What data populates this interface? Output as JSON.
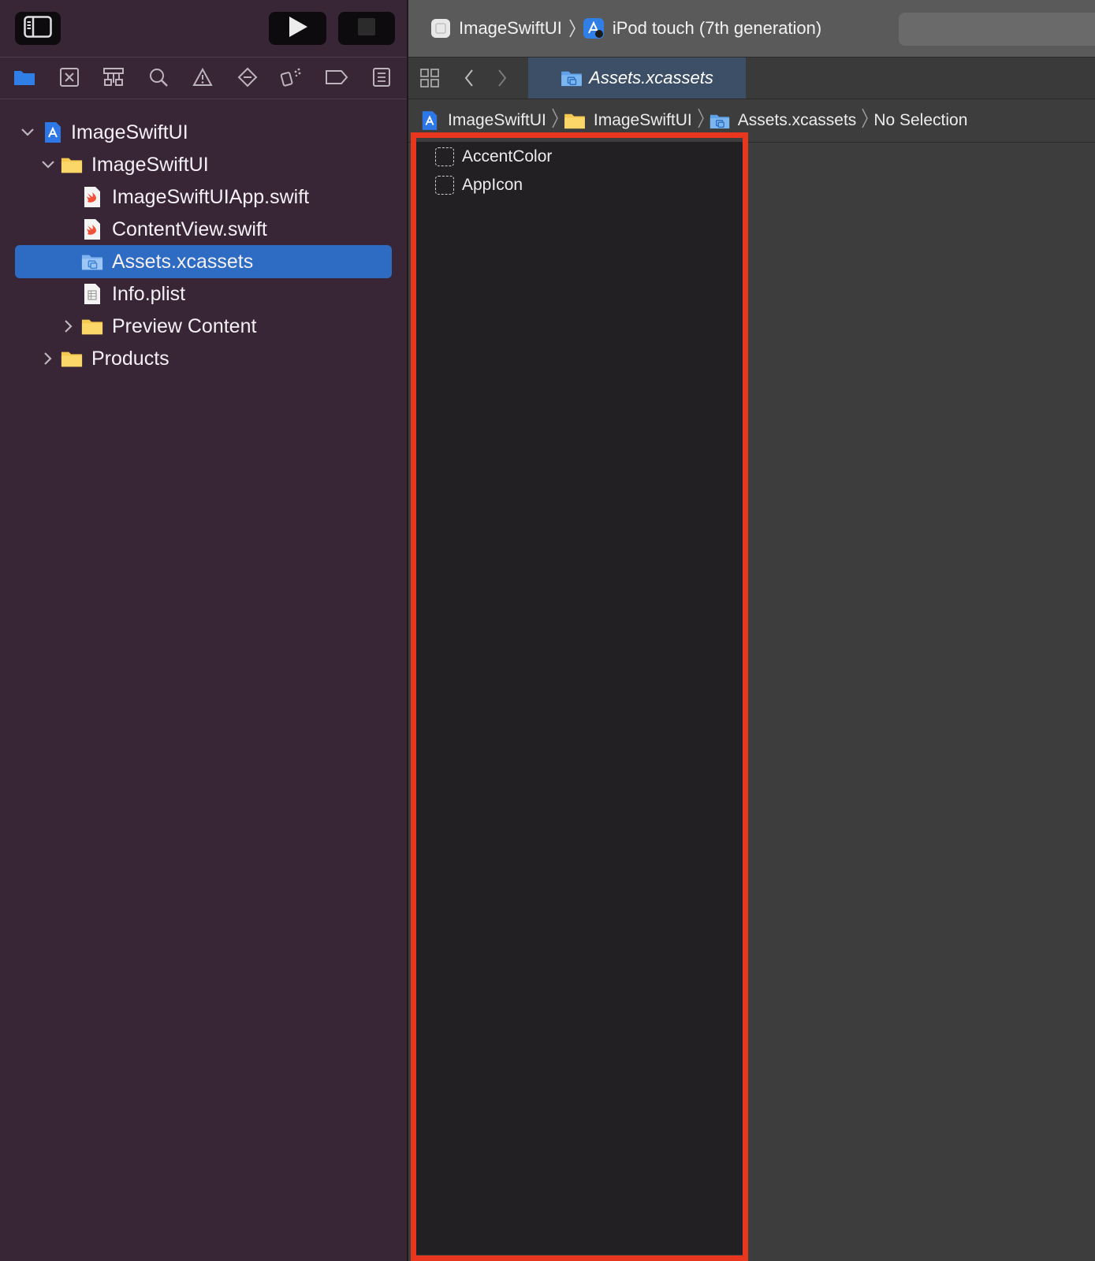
{
  "sidebar": {
    "toolbar": {
      "toggle_icon": "sidebar-toggle-icon",
      "run_icon": "play-icon",
      "stop_icon": "stop-icon"
    },
    "navigator_icons": [
      "folder-icon",
      "source-control-icon",
      "hierarchy-icon",
      "search-icon",
      "warning-icon",
      "test-icon",
      "debug-icon",
      "breakpoint-icon",
      "report-icon"
    ],
    "tree": [
      {
        "label": "ImageSwiftUI",
        "icon": "xcode-project-icon",
        "expanded": true
      },
      {
        "label": "ImageSwiftUI",
        "icon": "folder-icon",
        "expanded": true
      },
      {
        "label": "ImageSwiftUIApp.swift",
        "icon": "swift-file-icon"
      },
      {
        "label": "ContentView.swift",
        "icon": "swift-file-icon"
      },
      {
        "label": "Assets.xcassets",
        "icon": "asset-catalog-icon",
        "selected": true
      },
      {
        "label": "Info.plist",
        "icon": "plist-file-icon"
      },
      {
        "label": "Preview Content",
        "icon": "folder-icon",
        "expanded": false
      },
      {
        "label": "Products",
        "icon": "folder-icon",
        "expanded": false
      }
    ]
  },
  "scheme": {
    "project": "ImageSwiftUI",
    "device": "iPod touch (7th generation)"
  },
  "tab": {
    "label": "Assets.xcassets"
  },
  "jump_bar": {
    "items": [
      "ImageSwiftUI",
      "ImageSwiftUI",
      "Assets.xcassets",
      "No Selection"
    ]
  },
  "assets": {
    "items": [
      "AccentColor",
      "AppIcon"
    ]
  },
  "colors": {
    "sidebar_bg": "#382637",
    "selection": "#2d6cc2",
    "highlight_border": "#e8361f"
  }
}
